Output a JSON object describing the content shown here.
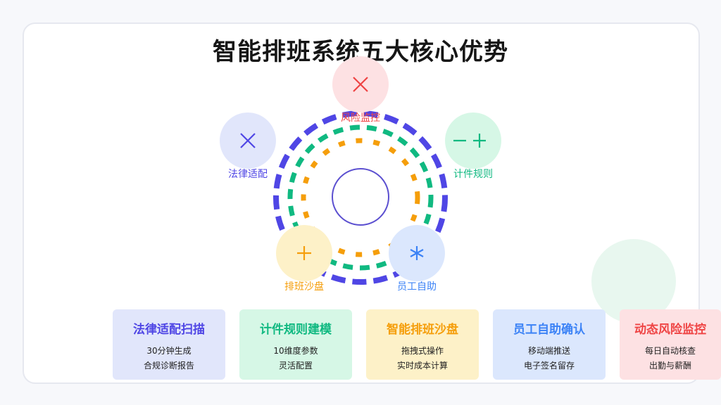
{
  "title": "智能排班系统五大核心优势",
  "colors": {
    "purple": "#4f46e5",
    "green": "#10b981",
    "orange": "#f59e0b",
    "red": "#ef4444",
    "blue": "#3b82f6"
  },
  "nodes": [
    {
      "key": "risk",
      "label": "风险监控",
      "icon": "close-icon"
    },
    {
      "key": "piece",
      "label": "计件规则",
      "icon": "minus-plus-icon"
    },
    {
      "key": "selfservice",
      "label": "员工自助",
      "icon": "asterisk-icon"
    },
    {
      "key": "sandbox",
      "label": "排班沙盘",
      "icon": "plus-icon"
    },
    {
      "key": "legal",
      "label": "法律适配",
      "icon": "close-icon"
    }
  ],
  "features": [
    {
      "title": "法律适配扫描",
      "line1": "30分钟生成",
      "line2": "合规诊断报告"
    },
    {
      "title": "计件规则建模",
      "line1": "10维度参数",
      "line2": "灵活配置"
    },
    {
      "title": "智能排班沙盘",
      "line1": "拖拽式操作",
      "line2": "实时成本计算"
    },
    {
      "title": "员工自助确认",
      "line1": "移动端推送",
      "line2": "电子签名留存"
    },
    {
      "title": "动态风险监控",
      "line1": "每日自动核查",
      "line2": "出勤与薪酬"
    }
  ]
}
